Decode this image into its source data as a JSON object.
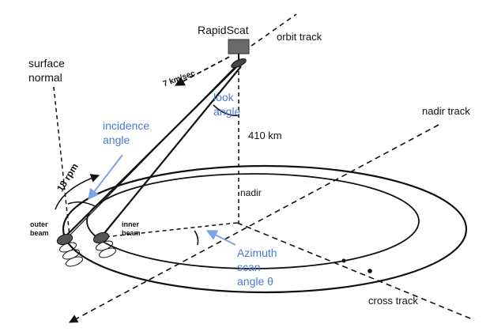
{
  "labels": {
    "instrument": "RapidScat",
    "orbit_track": "orbit track",
    "velocity": "7 km/sec",
    "surface_normal_1": "surface",
    "surface_normal_2": "normal",
    "incidence_angle_1": "incidence",
    "incidence_angle_2": "angle",
    "look_angle_1": "look",
    "look_angle_2": "angle",
    "altitude": "410 km",
    "nadir_track": "nadir track",
    "rotation_rate": "18 rpm",
    "nadir": "nadir",
    "outer_beam_1": "outer",
    "outer_beam_2": "beam",
    "inner_beam_1": "inner",
    "inner_beam_2": "beam",
    "azimuth_1": "Azimuth",
    "azimuth_2": "scan",
    "azimuth_3": "angle θ",
    "cross_track": "cross track"
  },
  "colors": {
    "annotation_blue": "#4a78d6",
    "line_black": "#111111"
  }
}
